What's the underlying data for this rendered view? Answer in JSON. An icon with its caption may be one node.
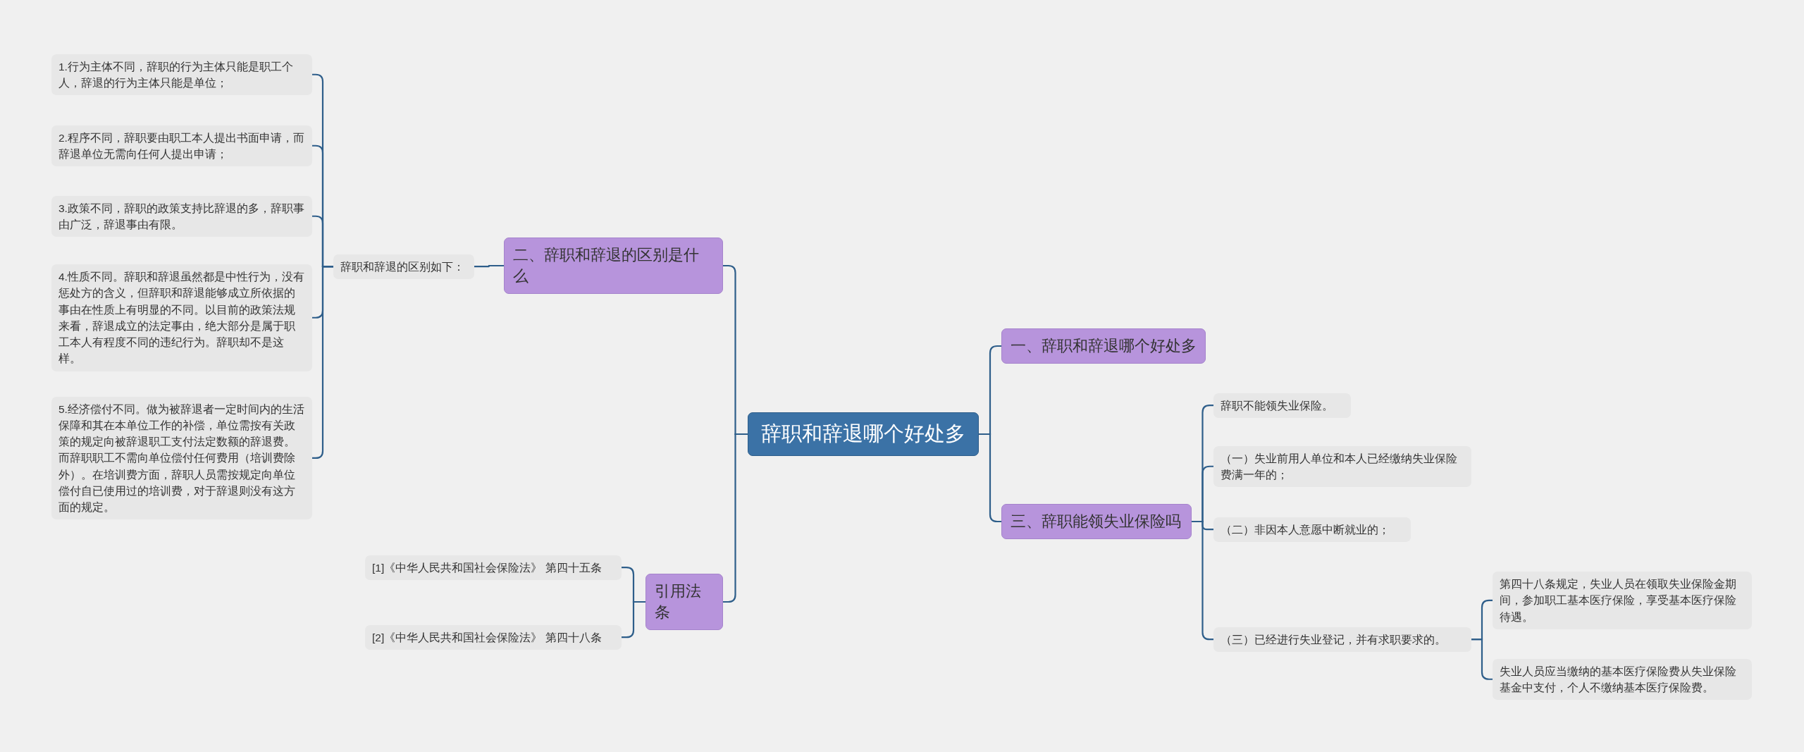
{
  "diagram": {
    "nodes": [
      {
        "text": [
          "辞职和辞退哪个好处多"
        ]
      },
      {
        "text": [
          "二、辞职和辞退的区别是什么"
        ]
      },
      {
        "text": [
          "辞职和辞退的区别如下："
        ]
      },
      {
        "text": [
          "1.行为主体不同，辞职的行为主体只能是职工个人，辞退的行为主体只能是单位；"
        ]
      },
      {
        "text": [
          "2.程序不同，辞职要由职工本人提出书面申请，而辞退单位无需向任何人提出申请；"
        ]
      },
      {
        "text": [
          "3.政策不同，辞职的政策支持比辞退的多，辞职事由广泛，辞退事由有限。"
        ]
      },
      {
        "text": [
          "4.性质不同。辞职和辞退虽然都是中性行为，没有惩处方的含义，但辞职和辞退能够成立所依据的事由在性质上有明显的不同。以目前的政策法规来看，辞退成立的法定事由，绝大部分是属于职工本人有程度不同的违纪行为。辞职却不是这样。"
        ]
      },
      {
        "text": [
          "5.经济偿付不同。做为被辞退者一定时间内的生活保障和其在本单位工作的补偿，单位需按有关政策的规定向被辞退职工支付法定数额的辞退费。而辞职职工不需向单位偿付任何费用（培训费除外）。在培训费方面，辞职人员需按规定向单位偿付自已使用过的培训费，对于辞退则没有这方面的规定。"
        ]
      },
      {
        "text": [
          "引用法条"
        ]
      },
      {
        "text": [
          "[1]《中华人民共和国社会保险法》 第四十五条"
        ]
      },
      {
        "text": [
          "[2]《中华人民共和国社会保险法》 第四十八条"
        ]
      },
      {
        "text": [
          "一、辞职和辞退哪个好处多"
        ]
      },
      {
        "text": [
          "三、辞职能领失业保险吗"
        ]
      },
      {
        "text": [
          "辞职不能领失业保险。"
        ]
      },
      {
        "text": [
          "（一）失业前用人单位和本人已经缴纳失业保险费满一年的；"
        ]
      },
      {
        "text": [
          "（二）非因本人意愿中断就业的；"
        ]
      },
      {
        "text": [
          "（三）已经进行失业登记，并有求职要求的。"
        ]
      },
      {
        "text": [
          "第四十八条规定，失业人员在领取失业保险金期间，参加职工基本医疗保险，享受基本医疗保险待遇。"
        ]
      },
      {
        "text": [
          "失业人员应当缴纳的基本医疗保险费从失业保险基金中支付，个人不缴纳基本医疗保险费。"
        ]
      }
    ],
    "edges": [
      {
        "from": 0,
        "to": 1,
        "arrow": "none"
      },
      {
        "from": 1,
        "to": 2,
        "arrow": "none"
      },
      {
        "from": 2,
        "to": 3,
        "arrow": "none"
      },
      {
        "from": 2,
        "to": 4,
        "arrow": "none"
      },
      {
        "from": 2,
        "to": 5,
        "arrow": "none"
      },
      {
        "from": 2,
        "to": 6,
        "arrow": "none"
      },
      {
        "from": 2,
        "to": 7,
        "arrow": "none"
      },
      {
        "from": 0,
        "to": 8,
        "arrow": "none"
      },
      {
        "from": 8,
        "to": 9,
        "arrow": "none"
      },
      {
        "from": 8,
        "to": 10,
        "arrow": "none"
      },
      {
        "from": 0,
        "to": 11,
        "arrow": "none"
      },
      {
        "from": 0,
        "to": 12,
        "arrow": "none"
      },
      {
        "from": 12,
        "to": 13,
        "arrow": "none"
      },
      {
        "from": 12,
        "to": 14,
        "arrow": "none"
      },
      {
        "from": 12,
        "to": 15,
        "arrow": "none"
      },
      {
        "from": 12,
        "to": 16,
        "arrow": "none"
      },
      {
        "from": 16,
        "to": 17,
        "arrow": "none"
      },
      {
        "from": 16,
        "to": 18,
        "arrow": "none"
      }
    ]
  }
}
